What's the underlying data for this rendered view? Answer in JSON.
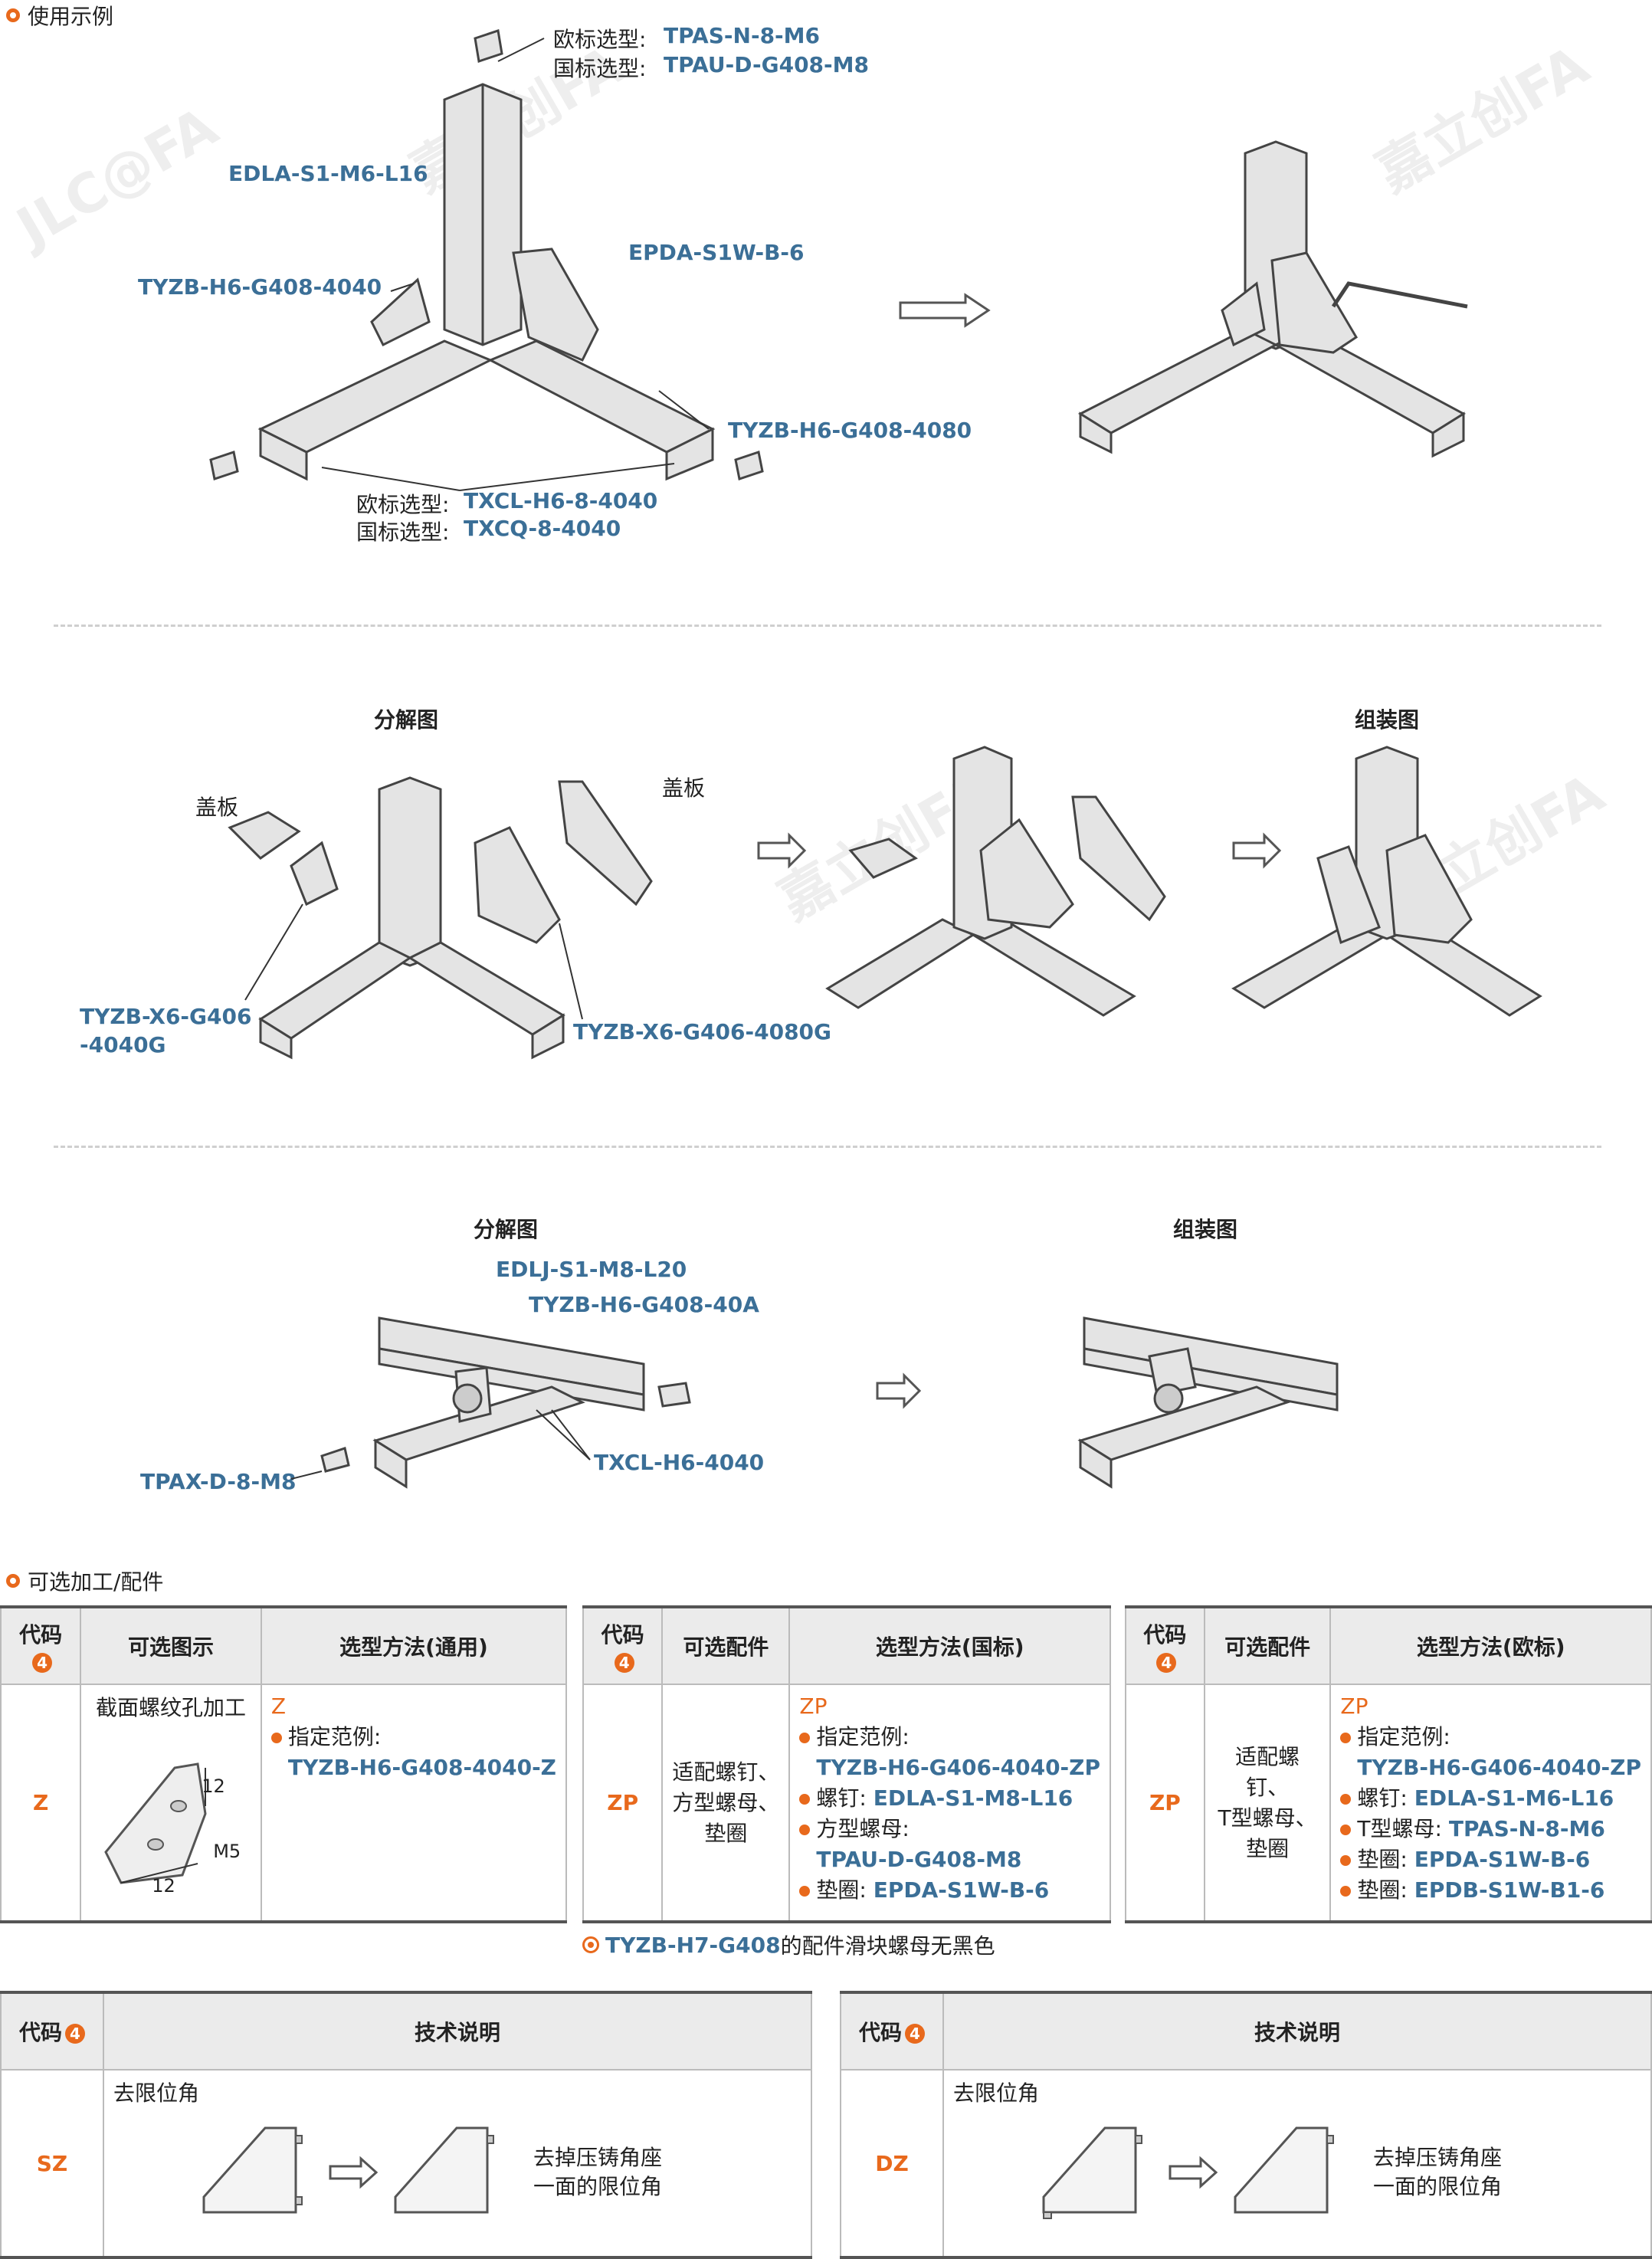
{
  "sections": {
    "usage_title": "使用示例",
    "optional_title": "可选加工/配件"
  },
  "watermark": {
    "text": "嘉立创FA",
    "sub": "JLC@FA"
  },
  "example1": {
    "eu_prefix": "欧标选型:",
    "gb_prefix": "国标选型:",
    "nut_eu": "TPAS-N-8-M6",
    "nut_gb": "TPAU-D-G408-M8",
    "screw": "EDLA-S1-M6-L16",
    "bracket_small": "TYZB-H6-G408-4040",
    "washer": "EPDA-S1W-B-6",
    "bracket_large": "TYZB-H6-G408-4080",
    "profile_eu": "TXCL-H6-8-4040",
    "profile_gb": "TXCQ-8-4040"
  },
  "example2": {
    "exploded_title": "分解图",
    "assembled_title": "组装图",
    "cover_left": "盖板",
    "cover_right": "盖板",
    "bracket_small_1": "TYZB-X6-G406",
    "bracket_small_2": "-4040G",
    "bracket_large": "TYZB-X6-G406-4080G"
  },
  "example3": {
    "exploded_title": "分解图",
    "assembled_title": "组装图",
    "screw": "EDLJ-S1-M8-L20",
    "bracket": "TYZB-H6-G408-40A",
    "nut": "TPAX-D-8-M8",
    "profile": "TXCL-H6-4040"
  },
  "table1": {
    "headers": [
      "代码",
      "可选图示",
      "选型方法(通用)"
    ],
    "code": "Z",
    "illus_title": "截面螺纹孔加工",
    "dim_a": "12",
    "dim_b": "12",
    "dim_m": "M5",
    "method_code": "Z",
    "example_label": "指定范例:",
    "example_value": "TYZB-H6-G408-4040-Z"
  },
  "table2": {
    "headers": [
      "代码",
      "可选配件",
      "选型方法(国标)"
    ],
    "code": "ZP",
    "parts_1": "适配螺钉、",
    "parts_2": "方型螺母、",
    "parts_3": "垫圈",
    "method_code": "ZP",
    "items": [
      {
        "label": "指定范例:",
        "value": ""
      },
      {
        "label": "",
        "value": "TYZB-H6-G406-4040-ZP"
      },
      {
        "label": "螺钉:",
        "value": "EDLA-S1-M8-L16"
      },
      {
        "label": "方型螺母:",
        "value": ""
      },
      {
        "label": "",
        "value": "TPAU-D-G408-M8"
      },
      {
        "label": "垫圈:",
        "value": "EPDA-S1W-B-6"
      }
    ]
  },
  "table3": {
    "headers": [
      "代码",
      "可选配件",
      "选型方法(欧标)"
    ],
    "code": "ZP",
    "parts_1": "适配螺钉、",
    "parts_2": "T型螺母、",
    "parts_3": "垫圈",
    "method_code": "ZP",
    "items": [
      {
        "label": "指定范例:",
        "value": ""
      },
      {
        "label": "",
        "value": "TYZB-H6-G406-4040-ZP"
      },
      {
        "label": "螺钉:",
        "value": "EDLA-S1-M6-L16"
      },
      {
        "label": "T型螺母:",
        "value": "TPAS-N-8-M6"
      },
      {
        "label": "垫圈:",
        "value": "EPDA-S1W-B-6"
      },
      {
        "label": "垫圈:",
        "value": "EPDB-S1W-B1-6"
      }
    ]
  },
  "badge": "4",
  "note": {
    "code": "TYZB-H7-G408",
    "text": "的配件滑块螺母无黑色"
  },
  "table4": {
    "headers": [
      "代码",
      "技术说明"
    ],
    "code": "SZ",
    "title": "去限位角",
    "desc_1": "去掉压铸角座",
    "desc_2": "一面的限位角"
  },
  "table5": {
    "headers": [
      "代码",
      "技术说明"
    ],
    "code": "DZ",
    "title": "去限位角",
    "desc_1": "去掉压铸角座",
    "desc_2": "一面的限位角"
  }
}
